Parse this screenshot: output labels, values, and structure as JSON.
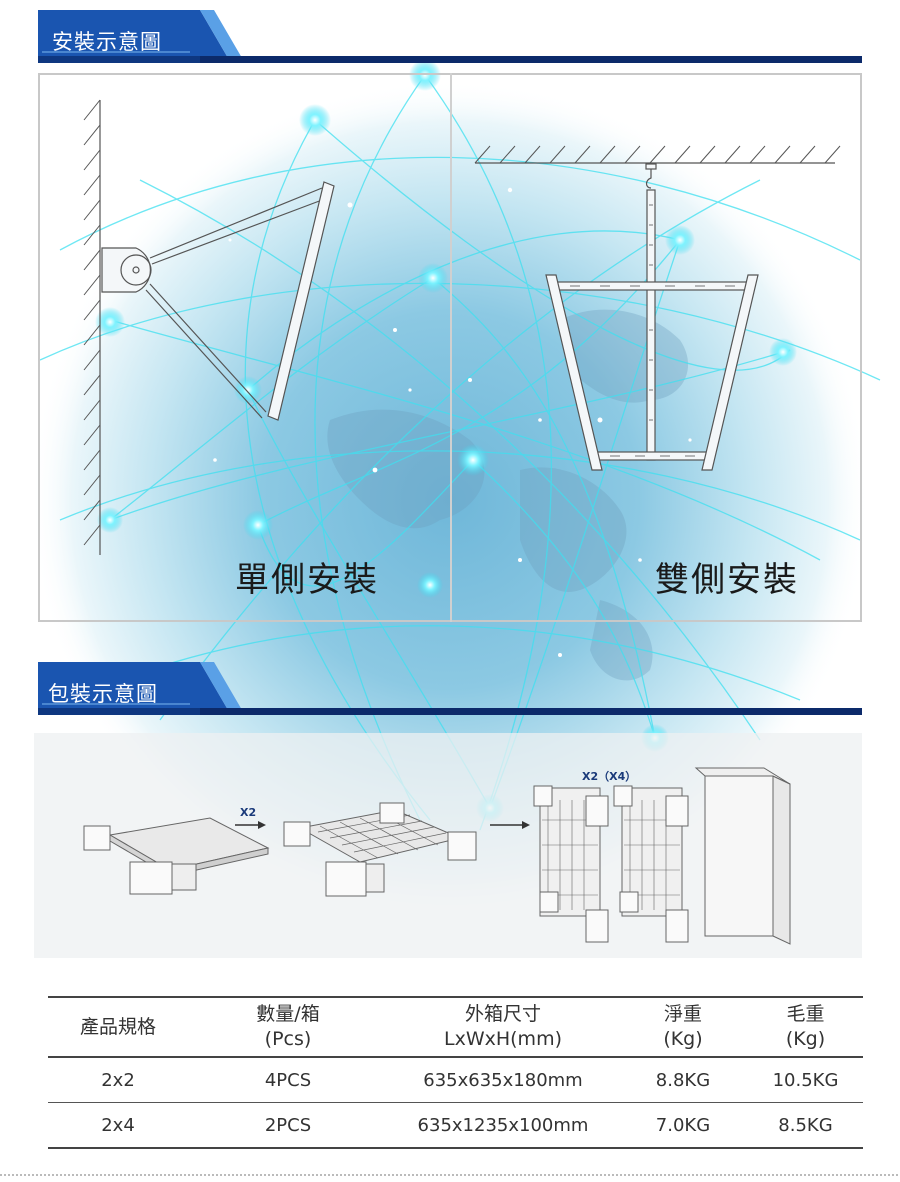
{
  "install_section": {
    "header": "安裝示意圖",
    "single_caption": "單側安裝",
    "double_caption": "雙側安裝"
  },
  "pack_section": {
    "header": "包裝示意圖",
    "arrow_label_1": "X2",
    "arrow_label_2": "X2（X4）"
  },
  "spec_table": {
    "headers": [
      {
        "line1": "產品規格",
        "line2": ""
      },
      {
        "line1": "數量/箱",
        "line2": "(Pcs)"
      },
      {
        "line1": "外箱尺寸",
        "line2": "LxWxH(mm)"
      },
      {
        "line1": "淨重",
        "line2": "(Kg)"
      },
      {
        "line1": "毛重",
        "line2": "(Kg)"
      }
    ],
    "rows": [
      [
        "2x2",
        "4PCS",
        "635x635x180mm",
        "8.8KG",
        "10.5KG"
      ],
      [
        "2x4",
        "2PCS",
        "635x1235x100mm",
        "7.0KG",
        "8.5KG"
      ]
    ]
  },
  "colors": {
    "header_blue": "#1a55b0",
    "header_dark": "#0c2a6a",
    "globe_glow": "#9fd6ea",
    "network_line": "#3fe0f0"
  }
}
